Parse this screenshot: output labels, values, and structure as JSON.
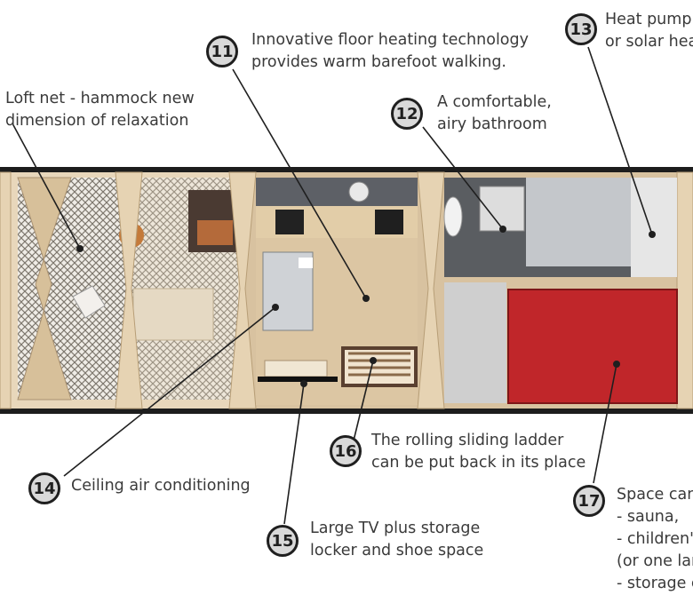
{
  "callouts": [
    {
      "num": "11",
      "lines": [
        "Innovative floor heating technology",
        "provides warm barefoot walking."
      ]
    },
    {
      "num": "12",
      "lines": [
        "A comfortable,",
        "airy bathroom"
      ]
    },
    {
      "num": "13",
      "lines": [
        "Heat pump",
        "or solar hea"
      ]
    },
    {
      "num": "",
      "lines": [
        "Loft net - hammock new",
        "dimension of relaxation"
      ]
    },
    {
      "num": "14",
      "lines": [
        "Ceiling air conditioning"
      ]
    },
    {
      "num": "15",
      "lines": [
        "Large TV plus storage",
        "locker and shoe space"
      ]
    },
    {
      "num": "16",
      "lines": [
        "The rolling sliding ladder",
        "can be put back in its place"
      ]
    },
    {
      "num": "17",
      "lines": [
        "Space can",
        "- sauna,",
        "- children'",
        "(or one lar",
        "- storage c"
      ]
    }
  ],
  "colors": {
    "wood": "#e6d3b3",
    "floor": "#d8c2a0",
    "dark_wall": "#1d1d1d",
    "tile": "#5c5f63",
    "red_room": "#c0262a",
    "net": "#8a8378",
    "badge_fill": "#d9d9d9"
  }
}
